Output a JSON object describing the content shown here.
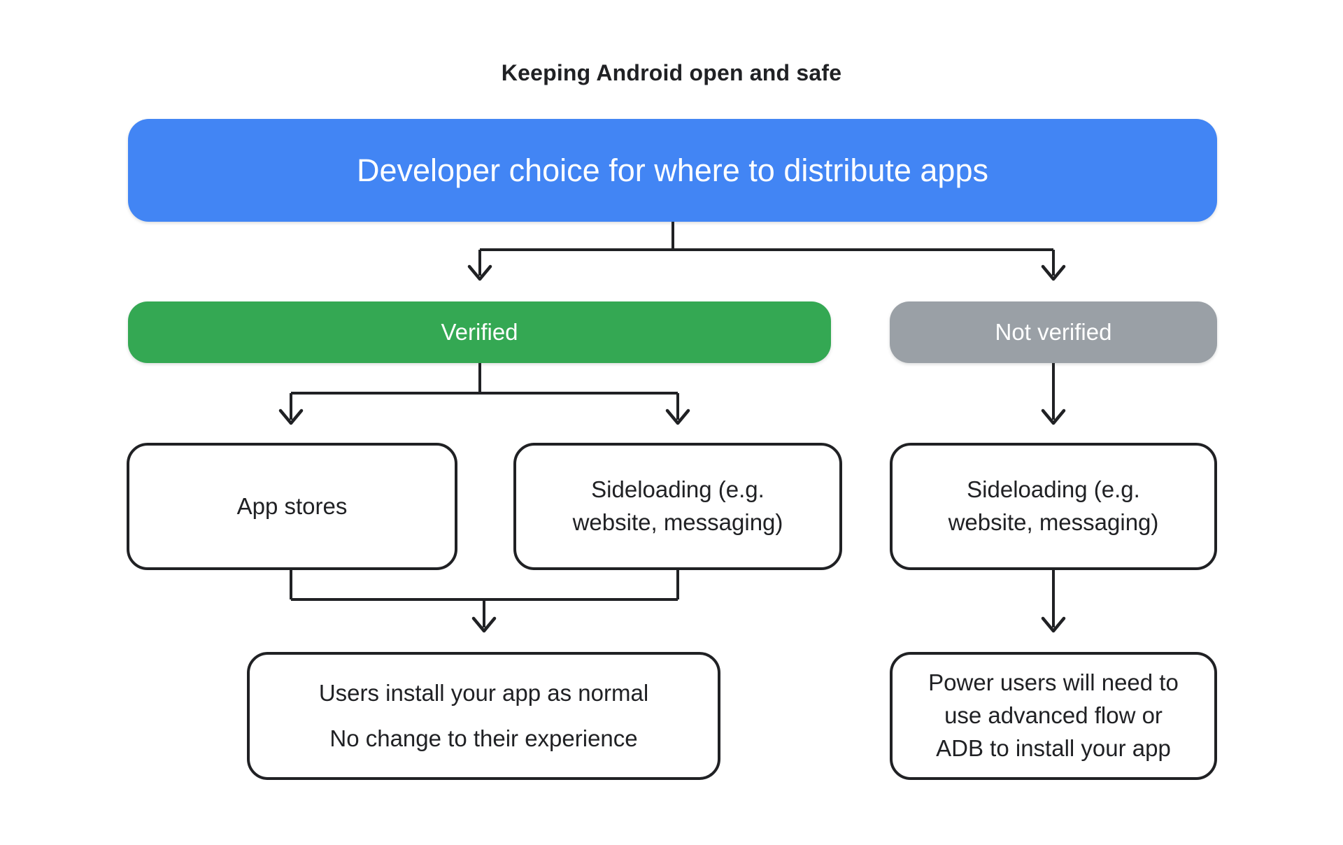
{
  "title": "Keeping Android open and safe",
  "colors": {
    "blue": "#4285F4",
    "green": "#34A853",
    "gray": "#9AA0A6",
    "line": "#202124",
    "node_border": "#202124",
    "text_dark": "#202124",
    "text_light": "#FFFFFF"
  },
  "nodes": {
    "root": {
      "label": "Developer choice for where to distribute apps"
    },
    "verified": {
      "label": "Verified"
    },
    "not_verified": {
      "label": "Not verified"
    },
    "app_stores": {
      "label": "App stores"
    },
    "sideloading_verified": {
      "label": "Sideloading (e.g.\nwebsite, messaging)"
    },
    "sideloading_not_verified": {
      "label": "Sideloading (e.g.\nwebsite, messaging)"
    },
    "users_install": {
      "line1": "Users install your app as normal",
      "line2": "No change to their experience"
    },
    "power_users": {
      "label": "Power users will need to\nuse advanced flow or\nADB to install your app"
    }
  }
}
